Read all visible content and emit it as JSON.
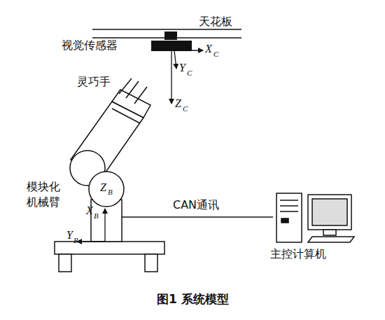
{
  "diagram": {
    "caption": "图1 系统模型",
    "nodes": [
      {
        "text": [
          "Z",
          "B"
        ]
      }
    ],
    "labels": [
      "天花板",
      "视觉传感器",
      "X",
      "C",
      "Y",
      "C",
      "Z",
      "C",
      "灵巧手",
      "模块化机械臂",
      "X",
      "B",
      "Y",
      "B",
      "CAN通讯",
      "主控计算机"
    ]
  }
}
